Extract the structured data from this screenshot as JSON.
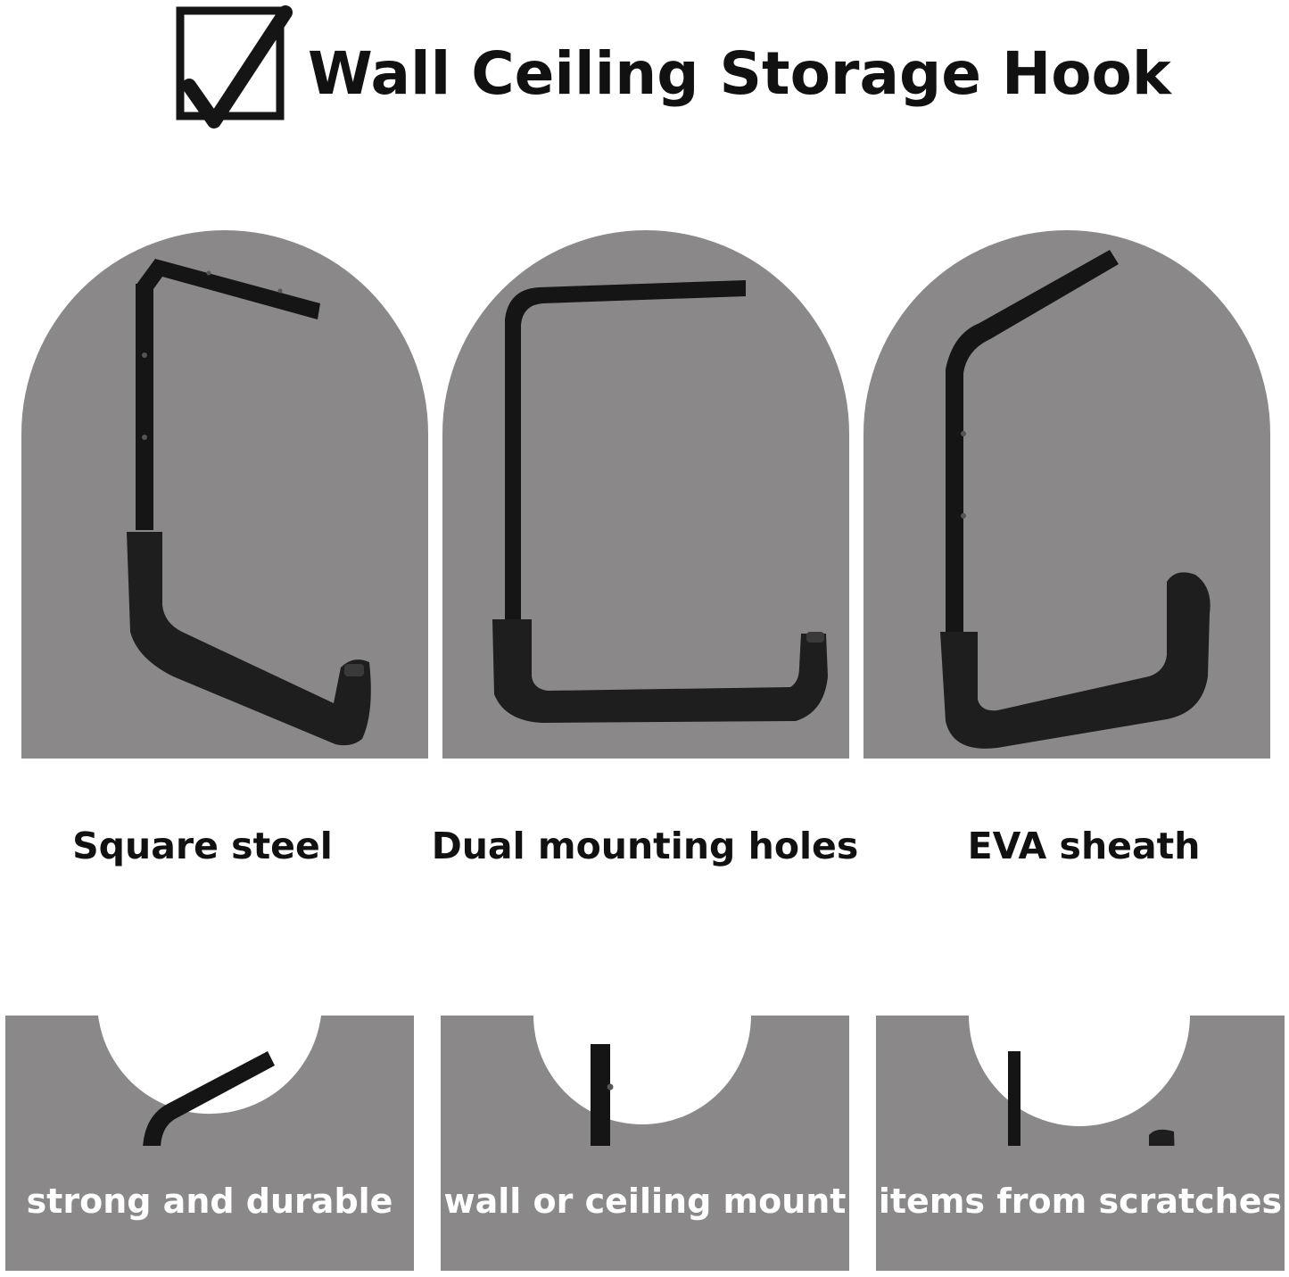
{
  "header": {
    "title": "Wall Ceiling Storage Hook"
  },
  "features": [
    {
      "label": "Square steel",
      "caption": "strong and durable"
    },
    {
      "label": "Dual mounting holes",
      "caption": "wall or ceiling mount"
    },
    {
      "label": "EVA sheath",
      "caption": "items from scratches"
    }
  ],
  "colors": {
    "panel": "#8b8889",
    "hook": "#141414",
    "sheath": "#1e1e1e",
    "text": "#111111",
    "caption": "#ffffff"
  },
  "icons": [
    "checkbox-check-icon",
    "hook-icon"
  ]
}
